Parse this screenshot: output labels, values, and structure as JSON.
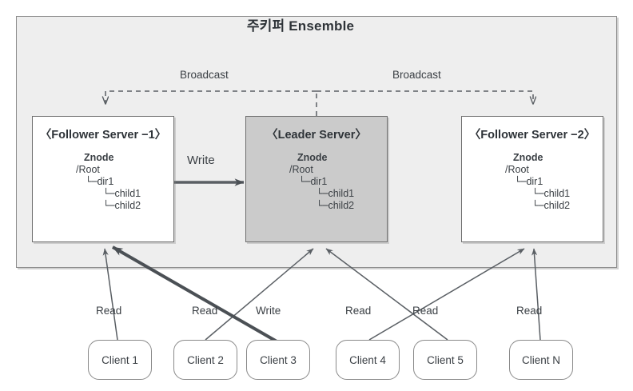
{
  "diagram": {
    "title": "주키퍼 Ensemble",
    "panel_bg": "#eeeeee",
    "panel_border": "#8d8d8d",
    "leader_fill": "#cbcbcb",
    "follower_fill": "#ffffff",
    "line_color": "#5a5f64",
    "thick_line_color": "#4b5055"
  },
  "servers": [
    {
      "id": "follower-1",
      "title": "〈Follower Server −1〉",
      "role": "follower",
      "znode": {
        "head": "Znode",
        "root": "/Root",
        "dir": "dir1",
        "children": [
          "child1",
          "child2"
        ],
        "branch_glyph": "└─"
      }
    },
    {
      "id": "leader",
      "title": "〈Leader Server〉",
      "role": "leader",
      "znode": {
        "head": "Znode",
        "root": "/Root",
        "dir": "dir1",
        "children": [
          "child1",
          "child2"
        ],
        "branch_glyph": "└─"
      }
    },
    {
      "id": "follower-2",
      "title": "〈Follower Server −2〉",
      "role": "follower",
      "znode": {
        "head": "Znode",
        "root": "/Root",
        "dir": "dir1",
        "children": [
          "child1",
          "child2"
        ],
        "branch_glyph": "└─"
      }
    }
  ],
  "clients": [
    {
      "id": "client-1",
      "label": "Client 1"
    },
    {
      "id": "client-2",
      "label": "Client 2"
    },
    {
      "id": "client-3",
      "label": "Client 3"
    },
    {
      "id": "client-4",
      "label": "Client 4"
    },
    {
      "id": "client-5",
      "label": "Client 5"
    },
    {
      "id": "client-n",
      "label": "Client N"
    }
  ],
  "broadcast_labels": [
    {
      "id": "broadcast-left",
      "label": "Broadcast"
    },
    {
      "id": "broadcast-right",
      "label": "Broadcast"
    }
  ],
  "write_label_internal": "Write",
  "client_edge_labels": [
    {
      "id": "read-1",
      "label": "Read",
      "from": "client-1",
      "to": "follower-1"
    },
    {
      "id": "read-2",
      "label": "Read",
      "from": "client-2",
      "to": "leader"
    },
    {
      "id": "write-3",
      "label": "Write",
      "from": "client-3",
      "to": "follower-1"
    },
    {
      "id": "read-4",
      "label": "Read",
      "from": "client-4",
      "to": "follower-2"
    },
    {
      "id": "read-5",
      "label": "Read",
      "from": "client-5",
      "to": "leader"
    },
    {
      "id": "read-n",
      "label": "Read",
      "from": "client-n",
      "to": "follower-2"
    }
  ]
}
